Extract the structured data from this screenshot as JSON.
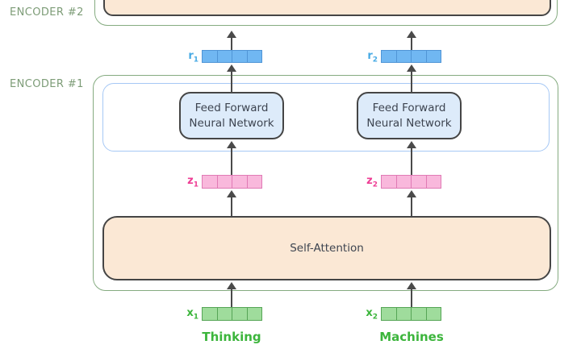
{
  "diagram": {
    "encoder2_label": "ENCODER #2",
    "encoder1_label": "ENCODER #1",
    "ffnn1": {
      "line1": "Feed Forward",
      "line2": "Neural Network"
    },
    "ffnn2": {
      "line1": "Feed Forward",
      "line2": "Neural Network"
    },
    "self_attention_label": "Self-Attention",
    "vectors": {
      "r1": {
        "base": "r",
        "sub": "1"
      },
      "r2": {
        "base": "r",
        "sub": "2"
      },
      "z1": {
        "base": "z",
        "sub": "1"
      },
      "z2": {
        "base": "z",
        "sub": "2"
      },
      "x1": {
        "base": "x",
        "sub": "1"
      },
      "x2": {
        "base": "x",
        "sub": "2"
      }
    },
    "words": {
      "word1": "Thinking",
      "word2": "Machines"
    }
  },
  "colors": {
    "encoder_border": "#85ab80",
    "encoder_label": "#7d9c77",
    "ffnn_container_border": "#a6c8f5",
    "dark_border": "#454545",
    "attention_fill": "#fbe8d5",
    "ffnn_fill": "#ddebfa",
    "box_text": "#3d4450",
    "arrow": "#4a4a4a",
    "r_fill": "#70b7f2",
    "r_border": "#5095d6",
    "r_label": "#47aae4",
    "z_fill": "#f9b8dc",
    "z_border": "#e07ab5",
    "z_label": "#ee3d94",
    "x_fill": "#9fdc9c",
    "x_border": "#56a556",
    "x_label": "#3cb53c",
    "word_text": "#3cb53c"
  }
}
